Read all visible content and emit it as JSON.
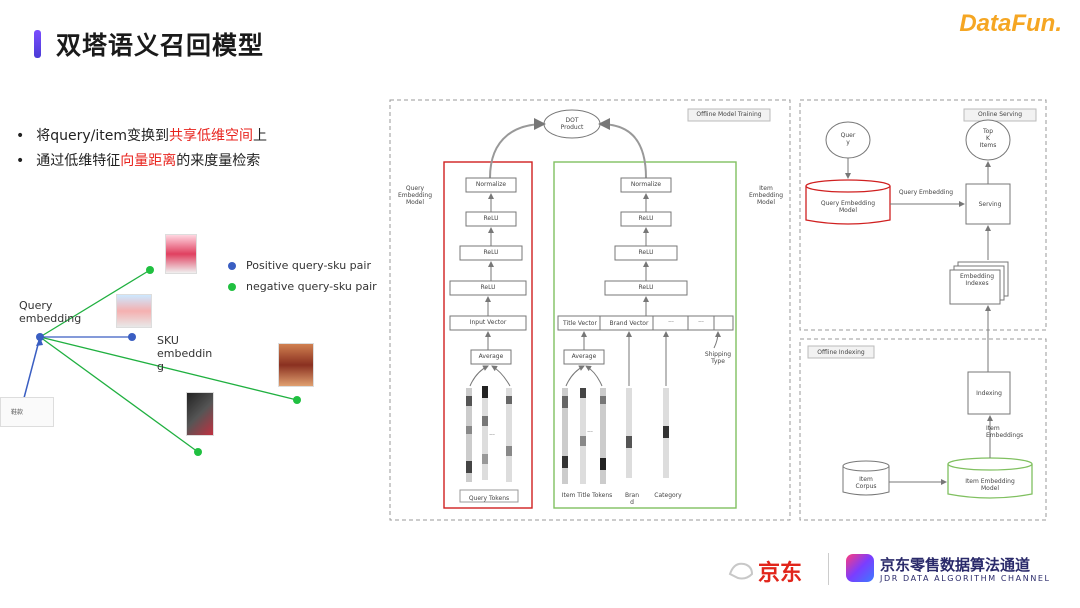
{
  "title": "双塔语义召回模型",
  "logo": "DataFun.",
  "bullets": [
    {
      "pre": "将query/item变换到",
      "hl": "共享低维空间",
      "post": "上"
    },
    {
      "pre": "通过低维特征",
      "hl": "向量距离",
      "post": "的来度量检索"
    }
  ],
  "left": {
    "query_label": "Query\nembedding",
    "sku_label": "SKU\nembeddin\ng",
    "legend": [
      "Positive query-sku pair",
      "negative query-sku pair"
    ],
    "legend_colors": [
      "#3a5ec2",
      "#20c040"
    ],
    "side_box": "鞋款"
  },
  "diagram": {
    "offline_training": "Offline Model Training",
    "online_serving": "Online Serving",
    "offline_indexing": "Offline Indexing",
    "dot_product": "DOT\nProduct",
    "query_model_label": "Query\nEmbedding\nModel",
    "item_model_label": "Item\nEmbedding\nModel",
    "normalize": "Normalize",
    "relu": "ReLU",
    "input_vector": "Input Vector",
    "average": "Average",
    "query_tokens": "Query Tokens",
    "title_vector": "Title Vector",
    "brand_vector": "Brand Vector",
    "ellipsis": "...",
    "shipping_type": "Shipping\nType",
    "item_title_tokens": "Item Title Tokens",
    "brand": "Bran\nd",
    "category": "Category",
    "query_node": "Quer\ny",
    "topk_node": "Top\nK\nItems",
    "query_embedding_model": "Query Embedding\nModel",
    "query_embedding": "Query Embedding",
    "serving": "Serving",
    "embedding_indexes": "Embedding\nIndexes",
    "indexing": "Indexing",
    "item_embeddings": "Item\nEmbeddings",
    "item_corpus": "Item\nCorpus",
    "item_embedding_model": "Item Embedding\nModel"
  },
  "footer": {
    "jd": "京东",
    "channel": "京东零售数据算法通道",
    "channel_en": "JDR DATA ALGORITHM CHANNEL"
  }
}
